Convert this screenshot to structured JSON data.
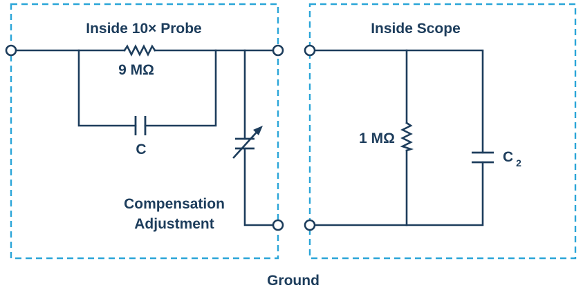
{
  "colors": {
    "wire": "#1d3d5c",
    "box": "#2aa5d8"
  },
  "probe_box": {
    "title": "Inside 10× Probe",
    "resistor_label": "9 MΩ",
    "capacitor_label": "C",
    "adjust_label_line1": "Compensation",
    "adjust_label_line2": "Adjustment"
  },
  "scope_box": {
    "title": "Inside Scope",
    "resistor_label": "1 MΩ",
    "capacitor_label": "C",
    "capacitor_subscript": "2"
  },
  "ground_label": "Ground"
}
